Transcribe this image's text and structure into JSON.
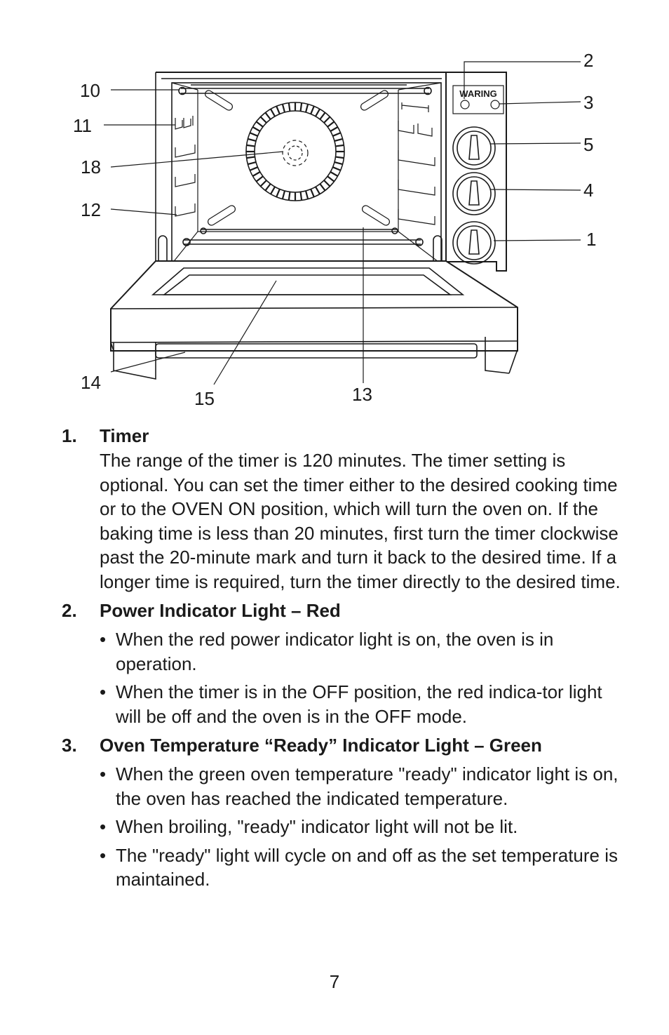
{
  "diagram": {
    "brand_logo": "WARING",
    "callouts": [
      "2",
      "3",
      "5",
      "4",
      "1",
      "10",
      "11",
      "18",
      "12",
      "14",
      "15",
      "13"
    ]
  },
  "items": [
    {
      "number": "1.",
      "heading": "Timer",
      "paragraph": "The range of the timer is 120 minutes. The timer setting is optional. You can set the timer either to the desired cooking time or to the OVEN ON position, which will turn the oven on. If the baking time is less than 20 minutes, first turn the timer clockwise past the 20-minute mark and turn it back to the desired time. If a longer time is required, turn the timer directly to the desired time."
    },
    {
      "number": "2.",
      "heading": "Power Indicator Light – Red",
      "bullets": [
        "When the red power indicator light is on, the oven is in operation.",
        "When the timer is in the OFF position, the red indica-tor light will be off and the oven is in the OFF mode."
      ]
    },
    {
      "number": "3.",
      "heading": "Oven Temperature “Ready” Indicator Light – Green",
      "bullets": [
        "When the green oven temperature \"ready\" indicator light is on, the oven has reached the indicated temperature.",
        "When broiling, \"ready\" indicator light will not be lit.",
        "The \"ready\" light will cycle on and off as the set temperature is maintained."
      ]
    }
  ],
  "bullet_symbol": "•",
  "page_number": "7"
}
